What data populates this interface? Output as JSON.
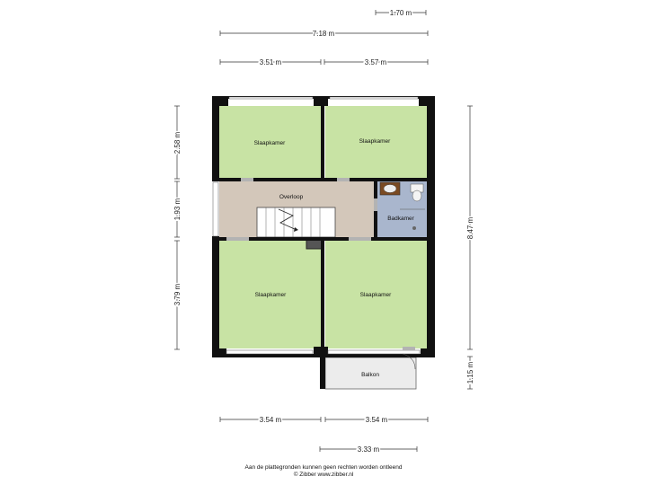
{
  "rooms": {
    "slaapkamer_nw": "Slaapkamer",
    "slaapkamer_ne": "Slaapkamer",
    "overloop": "Overloop",
    "badkamer": "Badkamer",
    "slaapkamer_sw": "Slaapkamer",
    "slaapkamer_se": "Slaapkamer",
    "balkon": "Balkon"
  },
  "dimensions": {
    "top_short": "1.70 m",
    "top_total": "7.18 m",
    "top_left": "3.51 m",
    "top_right": "3.57 m",
    "left_top": "2.58 m",
    "left_mid": "1.93 m",
    "left_bottom": "3.79 m",
    "right_total": "8.47 m",
    "right_balcony": "1.15 m",
    "bottom_left": "3.54 m",
    "bottom_right": "3.54 m",
    "bottom_balcony": "3.33 m"
  },
  "footer": {
    "line1": "Aan de plattegronden kunnen geen rechten worden ontleend",
    "line2": "© Zibber www.zibber.nl"
  },
  "colors": {
    "bedroom": "#c8e3a4",
    "hallway": "#d3c7ba",
    "bathroom": "#a9b6cd",
    "wall": "#111111",
    "balcony": "#ececec"
  }
}
